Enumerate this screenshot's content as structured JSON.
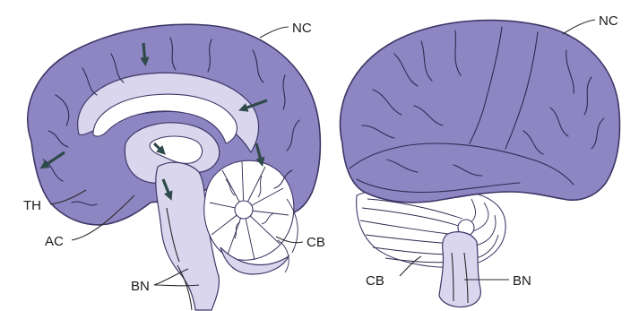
{
  "labels": {
    "left": {
      "nc": "NC",
      "th": "TH",
      "ac": "AC",
      "cb": "CB",
      "bn": "BN"
    },
    "right": {
      "nc": "NC",
      "cb": "CB",
      "bn": "BN"
    }
  },
  "colors": {
    "cortex": "#8e86c3",
    "pale": "#d9d6ee",
    "outline": "#3d3766",
    "arrow": "#2f4a4a"
  },
  "icons": {
    "arrow": "arrow-icon"
  }
}
